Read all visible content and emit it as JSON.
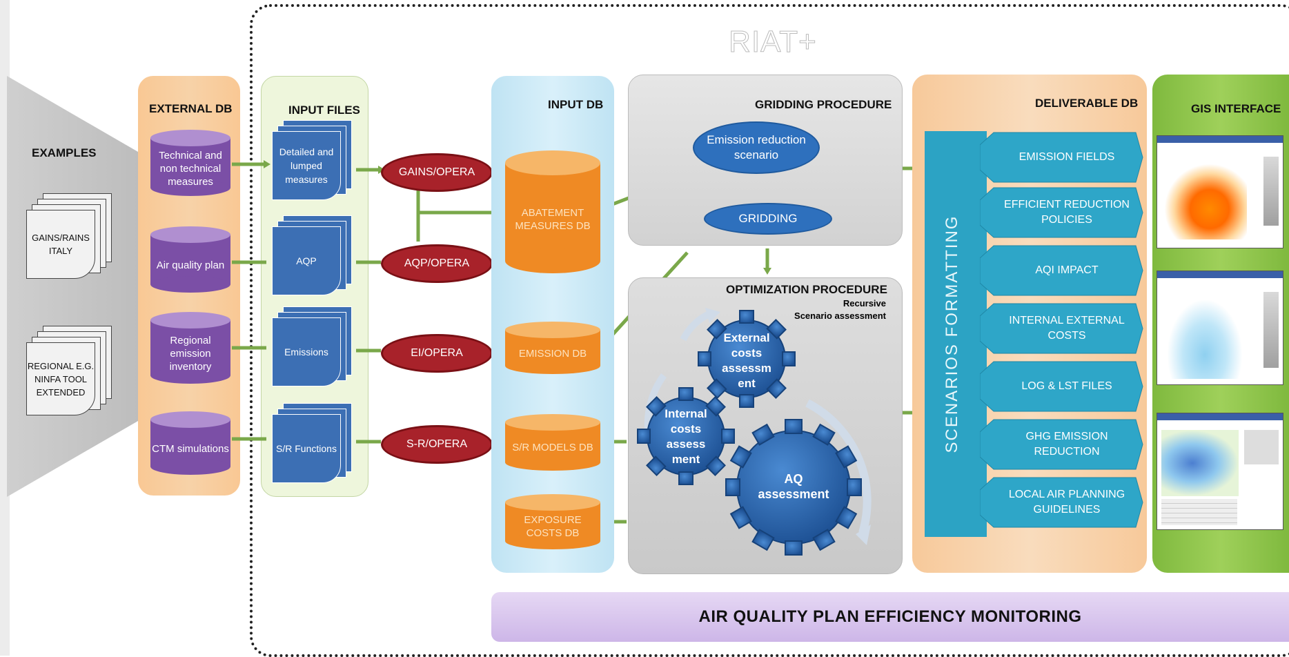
{
  "title": "RIAT+",
  "examples": {
    "header": "EXAMPLES",
    "items": [
      "GAINS/RAINS ITALY",
      "REGIONAL E.G. NINFA TOOL EXTENDED"
    ]
  },
  "external_db": {
    "header": "EXTERNAL DB",
    "items": [
      "Technical and non technical measures",
      "Air quality plan",
      "Regional emission inventory",
      "CTM simulations"
    ]
  },
  "input_files": {
    "header": "INPUT FILES",
    "items": [
      "Detailed and lumped measures",
      "AQP",
      "Emissions",
      "S/R Functions"
    ]
  },
  "operators": [
    "GAINS/OPERA",
    "AQP/OPERA",
    "EI/OPERA",
    "S-R/OPERA"
  ],
  "input_db": {
    "header": "INPUT DB",
    "items": [
      "ABATEMENT MEASURES DB",
      "EMISSION DB",
      "S/R MODELS DB",
      "EXPOSURE COSTS DB"
    ]
  },
  "gridding": {
    "header": "GRIDDING PROCEDURE",
    "scenario": "Emission reduction scenario",
    "gridding": "GRIDDING"
  },
  "optimization": {
    "header": "OPTIMIZATION PROCEDURE",
    "recursive": "Recursive",
    "scenario_assessment": "Scenario assessment",
    "gears": [
      "External costs assessm ent",
      "Internal costs assess ment",
      "AQ assessment"
    ]
  },
  "deliverable_db": {
    "header": "DELIVERABLE DB",
    "formatting": "SCENARIOS FORMATTING",
    "items": [
      "EMISSION FIELDS",
      "EFFICIENT REDUCTION POLICIES",
      "AQI IMPACT",
      "INTERNAL EXTERNAL COSTS",
      "LOG & LST FILES",
      "GHG EMISSION REDUCTION",
      "LOCAL AIR PLANNING GUIDELINES"
    ]
  },
  "gis": {
    "header": "GIS INTERFACE"
  },
  "monitoring": "AIR QUALITY PLAN EFFICIENCY MONITORING",
  "colors": {
    "purple": "#7b4fa6",
    "orange": "#ef8a24",
    "blue": "#2e70bd",
    "red": "#a8222a",
    "teal": "#2ca3c4",
    "green": "#8cc14a",
    "lavender": "#d8c6ec"
  }
}
